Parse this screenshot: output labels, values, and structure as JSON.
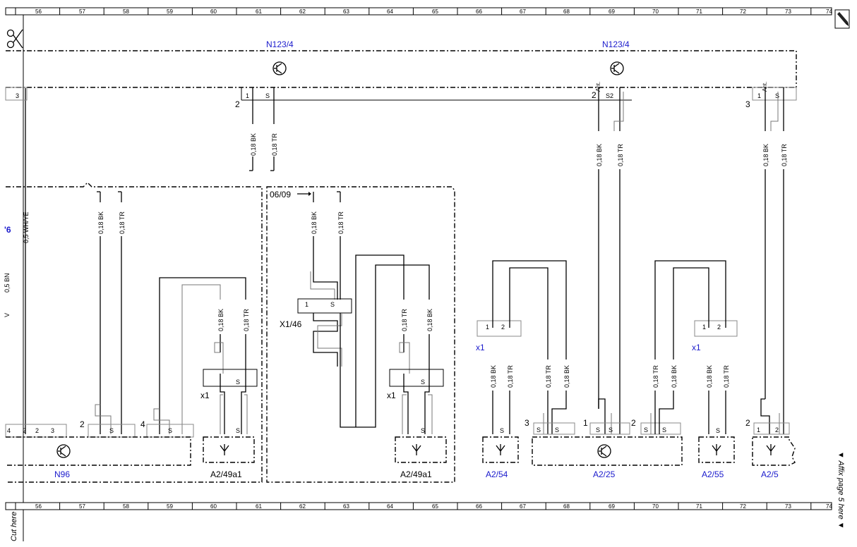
{
  "ruler": {
    "numbers": [
      "56",
      "57",
      "58",
      "59",
      "60",
      "61",
      "62",
      "63",
      "64",
      "65",
      "66",
      "67",
      "68",
      "69",
      "70",
      "71",
      "72",
      "73",
      "74"
    ]
  },
  "sidebar": {
    "cut_here": "Cut here",
    "affix_page": "▼ Affix page 5 here ▼",
    "left_number": "'6",
    "left_wire": "0,5 WH/YE",
    "left_frag": "0,5 BN",
    "left_mark": "V"
  },
  "components": {
    "n123_left": "N123/4",
    "n123_right": "N123/4",
    "n96": "N96",
    "a2_49a1_left": "A2/49a1",
    "a2_49a1_right": "A2/49a1",
    "a2_54": "A2/54",
    "a2_25": "A2/25",
    "a2_55": "A2/55",
    "a2_5": "A2/5",
    "x1_46": "X1/46",
    "x1_a": "x1",
    "x1_b": "x1",
    "x1_c": "x1",
    "x1_d": "x1",
    "date": "06/09"
  },
  "wires": {
    "bk": "0,18 BK",
    "tr": "0,18 TR"
  },
  "pins": {
    "p1": "1",
    "p2": "2",
    "p3": "3",
    "p4": "4",
    "s": "S",
    "s2": "S2",
    "ant": "Ant."
  },
  "colors": {
    "label_blue": "#1a1acc"
  }
}
